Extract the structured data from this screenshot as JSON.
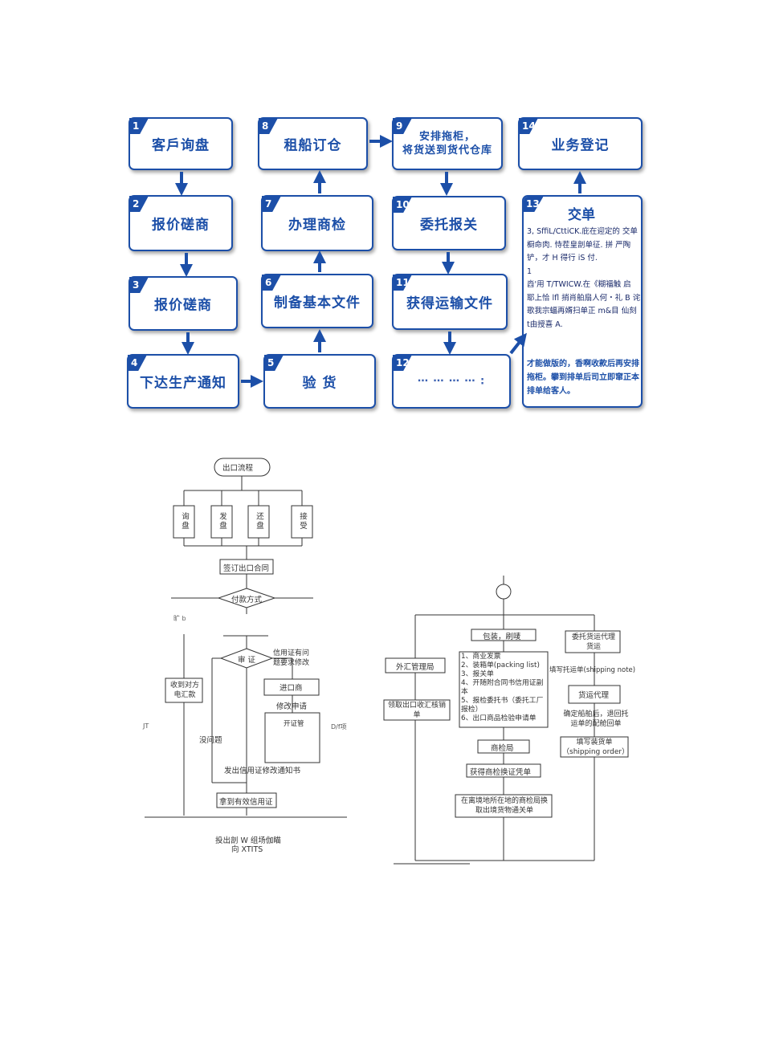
{
  "top_diagram": {
    "steps": [
      {
        "num": "1",
        "label": "客戶询盘"
      },
      {
        "num": "2",
        "label": "报价磋商"
      },
      {
        "num": "3",
        "label": "报价磋商"
      },
      {
        "num": "4",
        "label": "下达生产通知"
      },
      {
        "num": "5",
        "label": "验 货"
      },
      {
        "num": "6",
        "label": "制备基本文件"
      },
      {
        "num": "7",
        "label": "办理商检"
      },
      {
        "num": "8",
        "label": "租船订仓"
      },
      {
        "num": "9",
        "label_line1": "安排拖柜，",
        "label_line2": "将货送到货代仓库"
      },
      {
        "num": "10",
        "label": "委托报关"
      },
      {
        "num": "11",
        "label": "获得运输文件"
      },
      {
        "num": "12",
        "label": "⋯ ⋯ ⋯ ⋯ :"
      },
      {
        "num": "14",
        "label": "业务登记"
      }
    ],
    "note": {
      "num": "13",
      "title": "交单",
      "lines": [
        "3, SffiL/CttiCK.庇在迎定的  交单",
        "橱命肉. 恃茬皇剖单征.  拼  严陶",
        "铲，才 H 得行 iS 付.",
        "1",
        "㳫'用 T/TWICW.在《糊福触  启",
        "耶上恰 lfl 捎肖舶扇人何・礼 B  诧",
        "歌我宗蝠再婿扫单正 m&目  仙刻",
        "t由授喜 A."
      ],
      "foot_lines": [
        "才能做版的，香啊收款后再安排",
        "拖柜。攀到排单后司立即窜正本",
        "排单给客人。"
      ]
    }
  },
  "left_flowchart": {
    "start": "出口流程",
    "branches": [
      "询盘",
      "发盘",
      "还盘",
      "接受"
    ],
    "sign": "签订出口合同",
    "payment": "付款方式",
    "tt_note": "旷 b",
    "receive": "收到对方电汇款",
    "review": "审 证",
    "lc_problem": "信用证有问题要求修改",
    "importer": "进口商",
    "amend_request": "修改申请",
    "issuing_bank": "开证管",
    "no_problem": "没问题",
    "left_mark": "JT",
    "right_mark": "D/f项",
    "amend_notice": "发出信用证修改通知书",
    "valid_lc": "拿到有效信用证",
    "caption_line1": "投出剖 W 组场伽瞄",
    "caption_line2": "向 XTITS"
  },
  "right_flowchart": {
    "packing": "包装，刷唛",
    "consign": "委托货运代理货运",
    "forex": "外汇管理局",
    "docs": [
      "1、商业发票",
      "2、装箱单(packing list)",
      "3、报关单",
      "4、开随附合同书信用证副本",
      "5、报检委托书（委托工厂报检）",
      "6、出口商品检验申请单"
    ],
    "fill_consign": "填写托运单(shipping note)",
    "cargo_agent": "货运代理",
    "confirm": "确定船舶后，退回托运单的配舱回单",
    "fill_so": "填写装货单（shipping order）",
    "inspection": "商检局",
    "get_cert": "获得商检换证凭单",
    "get_notice": "在离境地所在地的商检局换取出境货物通关单",
    "collect": "领取出口收汇核销单"
  }
}
